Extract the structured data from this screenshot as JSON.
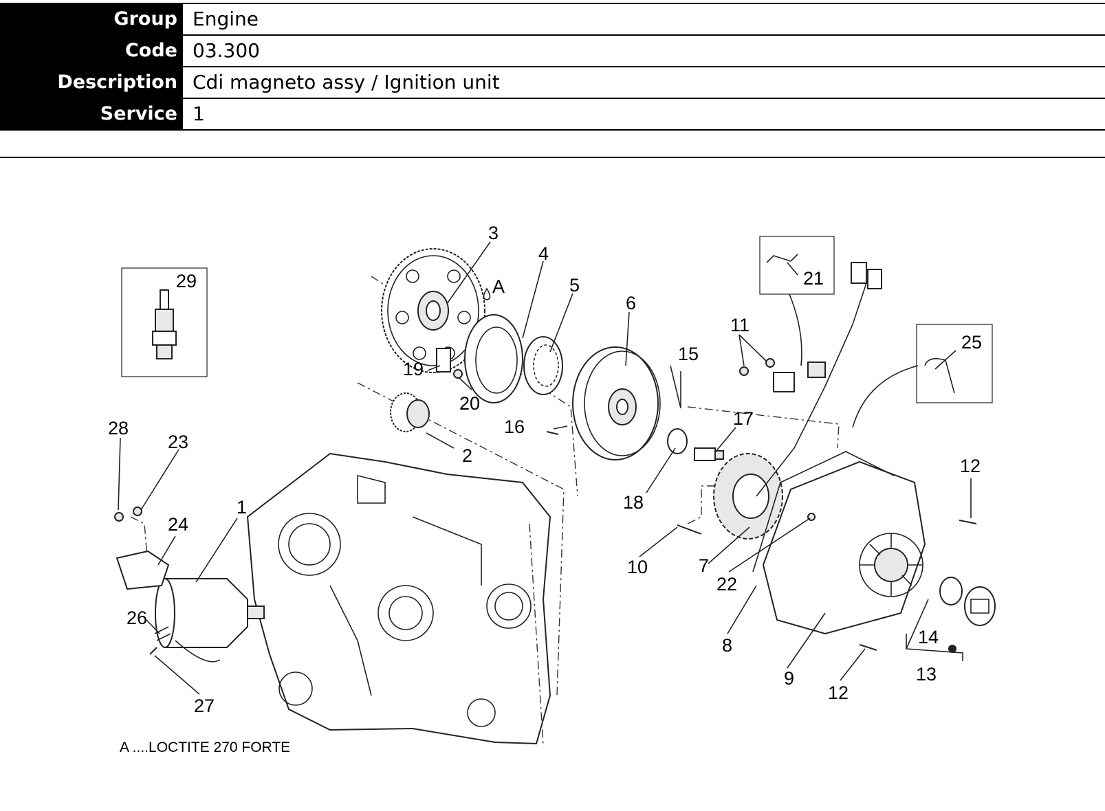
{
  "header": {
    "rows": [
      {
        "label": "Group",
        "value": "Engine"
      },
      {
        "label": "Code",
        "value": "03.300"
      },
      {
        "label": "Description",
        "value": "Cdi magneto assy / Ignition unit"
      },
      {
        "label": "Service",
        "value": "1"
      }
    ]
  },
  "diagram": {
    "callouts": [
      "1",
      "2",
      "3",
      "4",
      "5",
      "6",
      "7",
      "8",
      "9",
      "10",
      "11",
      "12",
      "12",
      "13",
      "14",
      "15",
      "16",
      "17",
      "18",
      "19",
      "20",
      "21",
      "22",
      "23",
      "24",
      "25",
      "26",
      "27",
      "28",
      "29"
    ],
    "annotation_mark": "A",
    "note": "A ....LOCTITE 270 FORTE"
  }
}
